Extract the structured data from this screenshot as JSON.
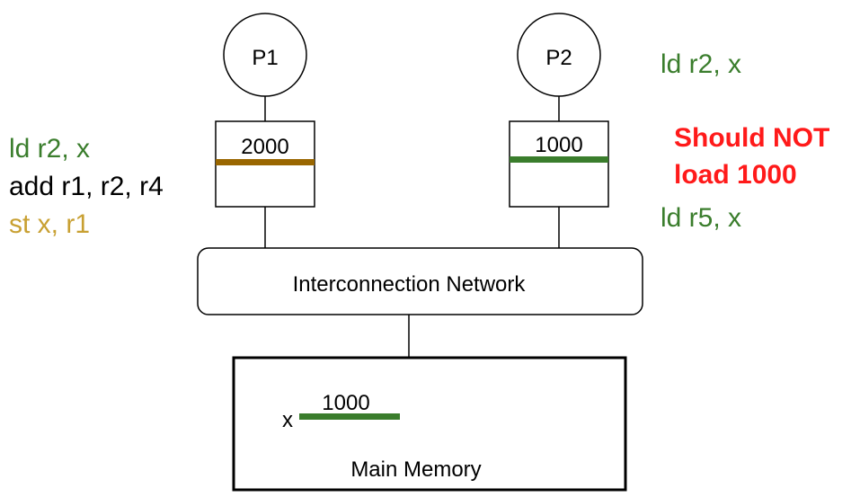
{
  "processors": [
    {
      "label": "P1"
    },
    {
      "label": "P2"
    }
  ],
  "caches": [
    {
      "value": "2000",
      "line_color": "#996600"
    },
    {
      "value": "1000",
      "line_color": "#3a7d2c"
    }
  ],
  "network": {
    "label": "Interconnection Network"
  },
  "memory": {
    "label": "Main Memory",
    "var_name": "x",
    "value": "1000",
    "line_color": "#3a7d2c"
  },
  "p1_code": [
    {
      "text": "ld r2, x",
      "color": "#3a7d2c"
    },
    {
      "text": "add r1, r2, r4",
      "color": "#000000"
    },
    {
      "text": "st x, r1",
      "color": "#c8a032"
    }
  ],
  "p2_code": [
    {
      "text": "ld r2, x",
      "color": "#3a7d2c"
    },
    {
      "text": "ld r5, x",
      "color": "#3a7d2c"
    }
  ],
  "warning": {
    "line1": "Should NOT",
    "line2": "load 1000",
    "color": "#ff1a1a"
  }
}
